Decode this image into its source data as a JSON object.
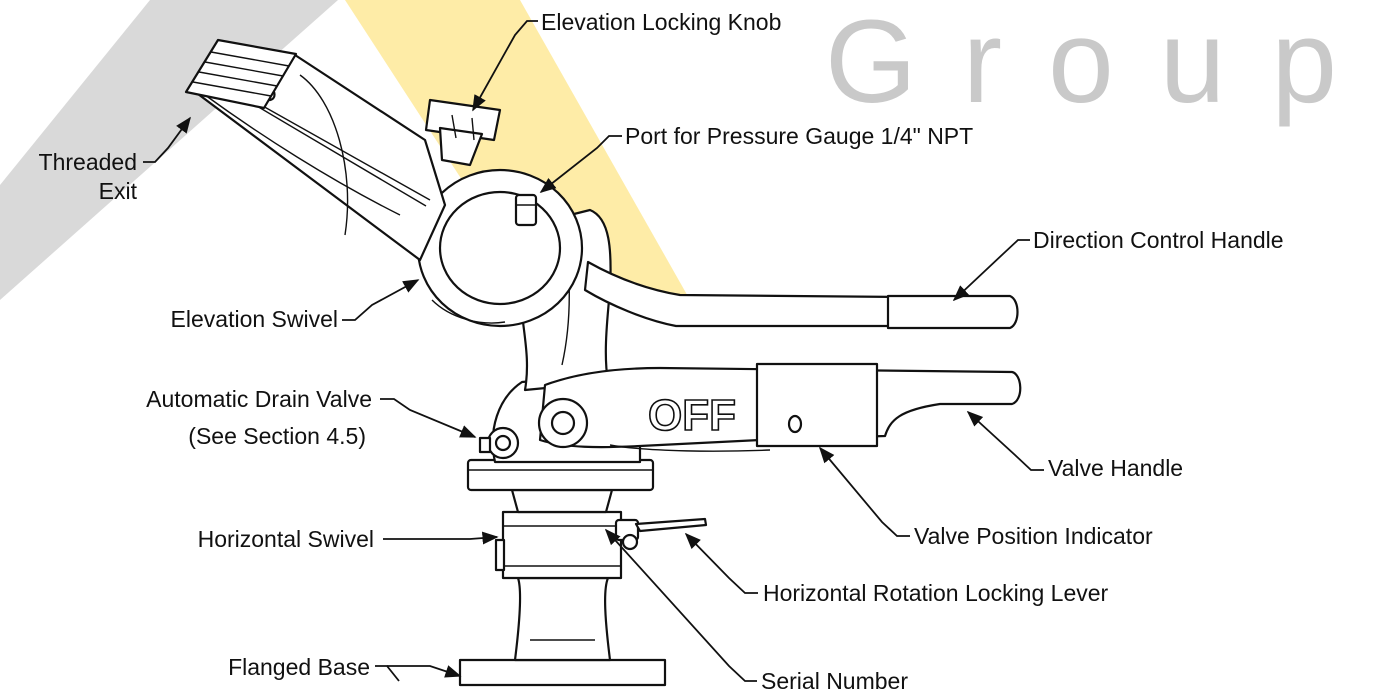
{
  "watermark": {
    "text": "Group"
  },
  "handle_stamp": "OFF",
  "labels": {
    "elevation_locking_knob": "Elevation Locking Knob",
    "port_pressure_gauge": "Port for Pressure Gauge 1/4\" NPT",
    "threaded_exit_1": "Threaded",
    "threaded_exit_2": "Exit",
    "direction_control_handle": "Direction Control Handle",
    "elevation_swivel": "Elevation Swivel",
    "automatic_drain_valve": "Automatic Drain Valve",
    "see_section": "(See Section 4.5)",
    "valve_handle": "Valve Handle",
    "valve_position_indicator": "Valve Position Indicator",
    "horizontal_swivel": "Horizontal Swivel",
    "horizontal_rotation_locking_lever": "Horizontal Rotation Locking Lever",
    "flanged_base": "Flanged Base",
    "serial_number": "Serial Number"
  },
  "colors": {
    "watermark_gray": "#c9c9c9",
    "watermark_yellow": "#fde68a",
    "line": "#111111",
    "background": "#ffffff"
  }
}
